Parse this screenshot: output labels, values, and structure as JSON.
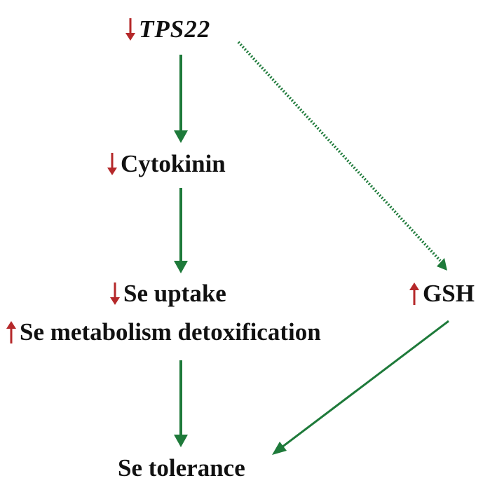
{
  "colors": {
    "edge": "#1e7a3a",
    "down_arrow": "#b5282a",
    "up_arrow": "#b5282a",
    "text": "#111111"
  },
  "nodes": {
    "tps22": {
      "label": "TPS22",
      "regulation": "down"
    },
    "cytokinin": {
      "label": "Cytokinin",
      "regulation": "down"
    },
    "se_uptake": {
      "label": "Se uptake",
      "regulation": "down"
    },
    "se_metabolism": {
      "label": "Se metabolism detoxification",
      "regulation": "up"
    },
    "gsh": {
      "label": "GSH",
      "regulation": "up"
    },
    "se_tolerance": {
      "label": "Se tolerance",
      "regulation": "none"
    }
  },
  "edges": [
    {
      "from": "tps22",
      "to": "cytokinin",
      "style": "solid"
    },
    {
      "from": "cytokinin",
      "to": "se_uptake",
      "style": "solid"
    },
    {
      "from": "se_metabolism",
      "to": "se_tolerance",
      "style": "solid"
    },
    {
      "from": "tps22",
      "to": "gsh",
      "style": "dotted"
    },
    {
      "from": "gsh",
      "to": "se_tolerance",
      "style": "solid"
    }
  ]
}
